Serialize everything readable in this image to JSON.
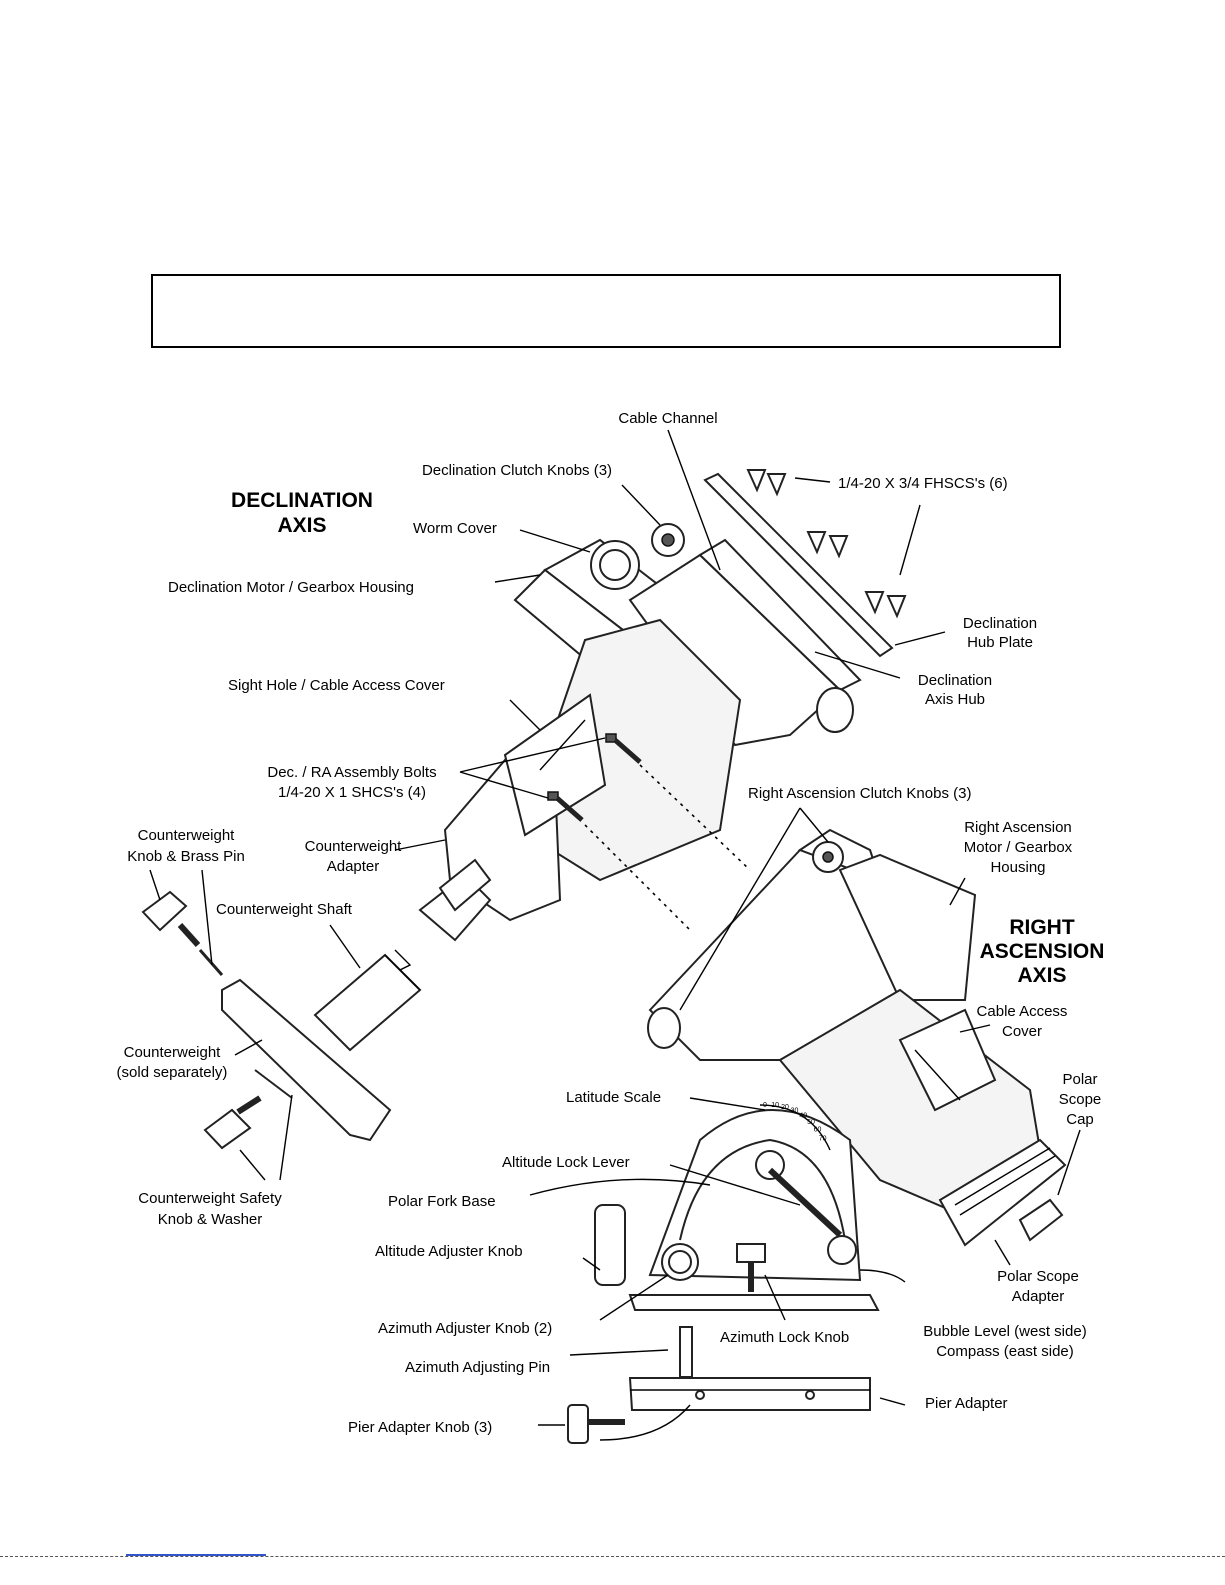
{
  "axes": {
    "declination_line1": "DECLINATION",
    "declination_line2": "AXIS",
    "ra_line1": "RIGHT",
    "ra_line2": "ASCENSION",
    "ra_line3": "AXIS"
  },
  "labels": {
    "cable_channel": "Cable Channel",
    "dec_clutch_knobs": "Declination Clutch Knobs (3)",
    "fhscs": "1/4-20 X 3/4 FHSCS's (6)",
    "worm_cover": "Worm Cover",
    "dec_motor_housing": "Declination Motor / Gearbox Housing",
    "dec_hub_plate_1": "Declination",
    "dec_hub_plate_2": "Hub Plate",
    "dec_axis_hub_1": "Declination",
    "dec_axis_hub_2": "Axis Hub",
    "sight_hole": "Sight Hole / Cable Access Cover",
    "assembly_bolts_1": "Dec. / RA Assembly Bolts",
    "assembly_bolts_2": "1/4-20 X 1 SHCS's (4)",
    "ra_clutch_knobs": "Right  Ascension Clutch Knobs (3)",
    "cw_knob_1": "Counterweight",
    "cw_knob_2": "Knob & Brass Pin",
    "cw_adapter_1": "Counterweight",
    "cw_adapter_2": "Adapter",
    "ra_motor_1": "Right Ascension",
    "ra_motor_2": "Motor / Gearbox",
    "ra_motor_3": "Housing",
    "cw_shaft": "Counterweight Shaft",
    "cable_access_1": "Cable Access",
    "cable_access_2": "Cover",
    "counterweight_1": "Counterweight",
    "counterweight_2": "(sold separately)",
    "polar_cap_1": "Polar",
    "polar_cap_2": "Scope",
    "polar_cap_3": "Cap",
    "latitude_scale": "Latitude Scale",
    "altitude_lock": "Altitude Lock Lever",
    "cw_safety_1": "Counterweight Safety",
    "cw_safety_2": "Knob & Washer",
    "polar_fork": "Polar Fork Base",
    "altitude_adjuster": "Altitude Adjuster Knob",
    "polar_adapter_1": "Polar Scope",
    "polar_adapter_2": "Adapter",
    "azimuth_adjuster": "Azimuth Adjuster Knob (2)",
    "azimuth_lock": "Azimuth Lock Knob",
    "bubble_1": "Bubble Level (west side)",
    "bubble_2": "Compass (east side)",
    "azimuth_pin": "Azimuth Adjusting Pin",
    "pier_adapter": "Pier Adapter",
    "pier_knob": "Pier Adapter Knob (3)"
  },
  "latitude_scale_ticks": [
    "0",
    "10",
    "20",
    "30",
    "40",
    "50",
    "60",
    "70"
  ]
}
